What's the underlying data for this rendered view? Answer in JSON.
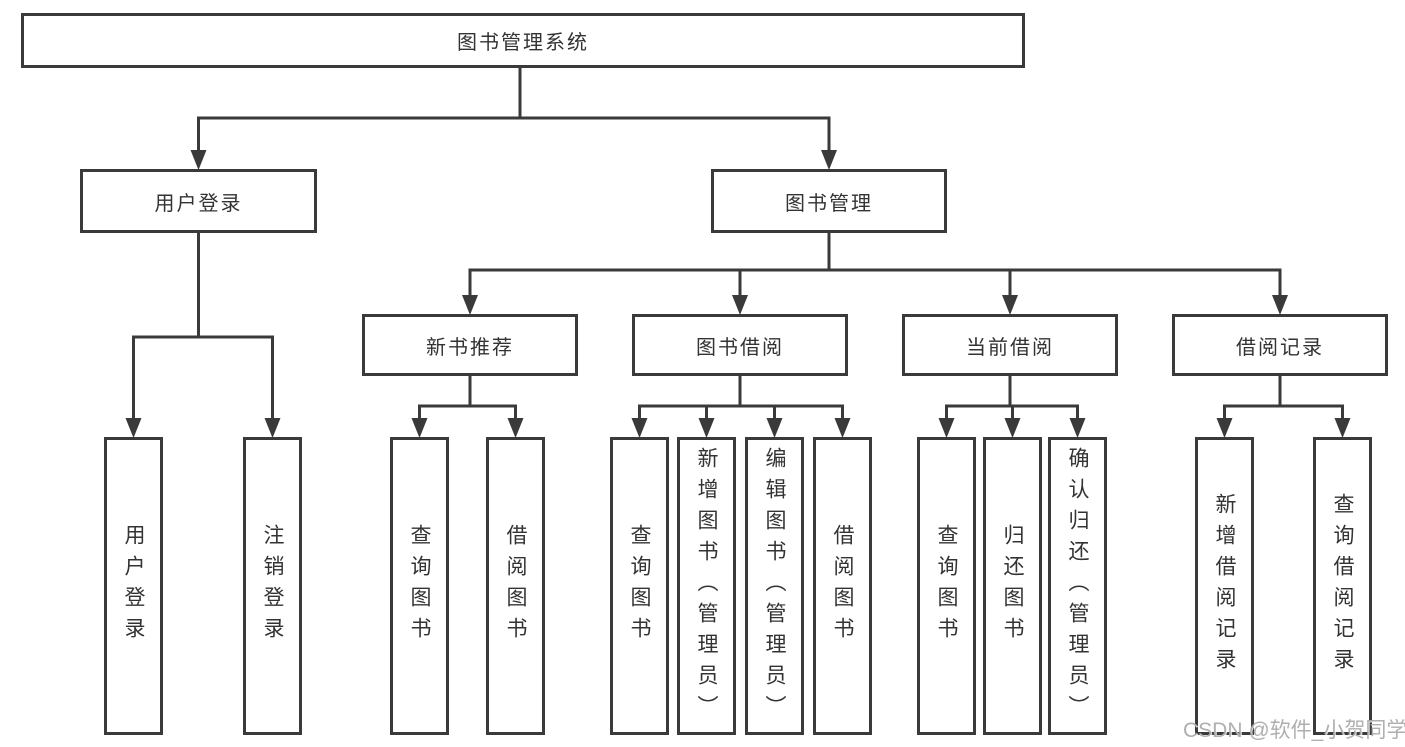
{
  "diagram": {
    "type": "hierarchy-tree",
    "root": {
      "label": "图书管理系统",
      "children": [
        {
          "label": "用户登录",
          "children": [
            {
              "label": "用户登录"
            },
            {
              "label": "注销登录"
            }
          ]
        },
        {
          "label": "图书管理",
          "children": [
            {
              "label": "新书推荐",
              "children": [
                {
                  "label": "查询图书"
                },
                {
                  "label": "借阅图书"
                }
              ]
            },
            {
              "label": "图书借阅",
              "children": [
                {
                  "label": "查询图书"
                },
                {
                  "label": "新增图书（管理员）"
                },
                {
                  "label": "编辑图书（管理员）"
                },
                {
                  "label": "借阅图书"
                }
              ]
            },
            {
              "label": "当前借阅",
              "children": [
                {
                  "label": "查询图书"
                },
                {
                  "label": "归还图书"
                },
                {
                  "label": "确认归还（管理员）"
                }
              ]
            },
            {
              "label": "借阅记录",
              "children": [
                {
                  "label": "新增借阅记录"
                },
                {
                  "label": "查询借阅记录"
                }
              ]
            }
          ]
        }
      ]
    },
    "colors": {
      "line": "#3a3a3a",
      "border": "#3a3a3a",
      "text": "#333333",
      "background": "#ffffff",
      "watermark": "#a8a8a8"
    }
  },
  "watermark": {
    "text": "CSDN @软件_小贺同学"
  }
}
